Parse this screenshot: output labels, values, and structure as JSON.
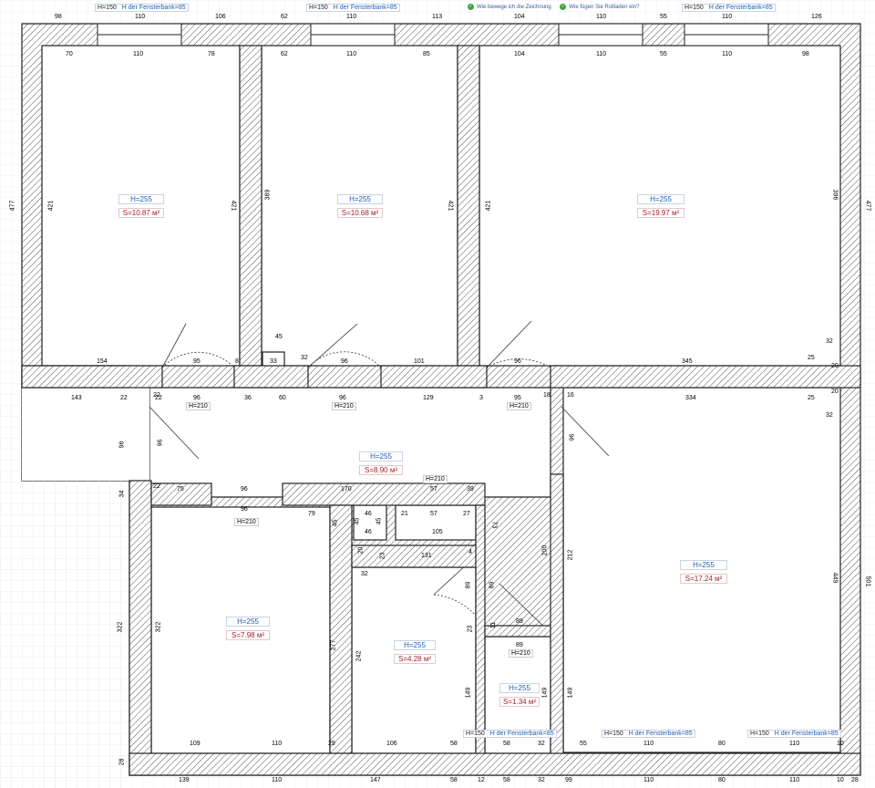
{
  "help_bar": {
    "question": "Wie bewege ich die Zeichnung",
    "question2": "Wie fügen Sie Rollladen ein?"
  },
  "rooms": [
    {
      "id": "room-1",
      "height": "H=255",
      "area": "S=10.87 м²"
    },
    {
      "id": "room-2",
      "height": "H=255",
      "area": "S=10.68 м²"
    },
    {
      "id": "room-3",
      "height": "H=255",
      "area": "S=19.97 м²"
    },
    {
      "id": "hall",
      "height": "H=255",
      "area": "S=8.90 м²"
    },
    {
      "id": "room-4",
      "height": "H=255",
      "area": "S=7.98 м²"
    },
    {
      "id": "bath",
      "height": "H=255",
      "area": "S=4.28 м²"
    },
    {
      "id": "wc",
      "height": "H=255",
      "area": "S=1.34 м²"
    },
    {
      "id": "room-5",
      "height": "H=255",
      "area": "S=17.24 м²"
    }
  ],
  "window_labels": {
    "h150": "H=150",
    "sill": "H der Fensterbank=85"
  },
  "door_label": "H=210",
  "top_dims": [
    "98",
    "110",
    "106",
    "62",
    "110",
    "113",
    "104",
    "110",
    "55",
    "110",
    "126"
  ],
  "inner_top_dims": [
    "70",
    "110",
    "78",
    "62",
    "110",
    "85",
    "104",
    "110",
    "55",
    "110",
    "98"
  ],
  "bottom_dims": [
    "139",
    "110",
    "147",
    "58",
    "12",
    "58",
    "32",
    "99",
    "110",
    "80",
    "110",
    "10",
    "28"
  ],
  "inner_bottom_dims": [
    "109",
    "110",
    "29",
    "106",
    "58",
    "58",
    "32",
    "55",
    "110",
    "80",
    "110",
    "10"
  ],
  "left_dims": [
    "477",
    "322",
    "28"
  ],
  "right_dims": [
    "477",
    "501"
  ],
  "room_side_dims": [
    "421",
    "421",
    "421",
    "421",
    "396",
    "389",
    "449",
    "322",
    "277",
    "242",
    "212",
    "200",
    "149",
    "149",
    "149"
  ],
  "hall_dims": [
    "143",
    "22",
    "22",
    "96",
    "36",
    "60",
    "96",
    "129",
    "3",
    "95",
    "18",
    "16",
    "334",
    "25",
    "154",
    "95",
    "8",
    "45",
    "33",
    "32",
    "96",
    "101",
    "96",
    "345",
    "25",
    "32",
    "20",
    "20",
    "32"
  ],
  "mid_dims": [
    "75",
    "96",
    "170",
    "57",
    "39",
    "73",
    "96",
    "79",
    "45",
    "46",
    "46",
    "21",
    "57",
    "27",
    "45",
    "45",
    "105",
    "73",
    "20",
    "23",
    "131",
    "4",
    "32",
    "89",
    "89",
    "89",
    "89",
    "23",
    "11",
    "34",
    "96",
    "96",
    "22",
    "22",
    "96"
  ]
}
